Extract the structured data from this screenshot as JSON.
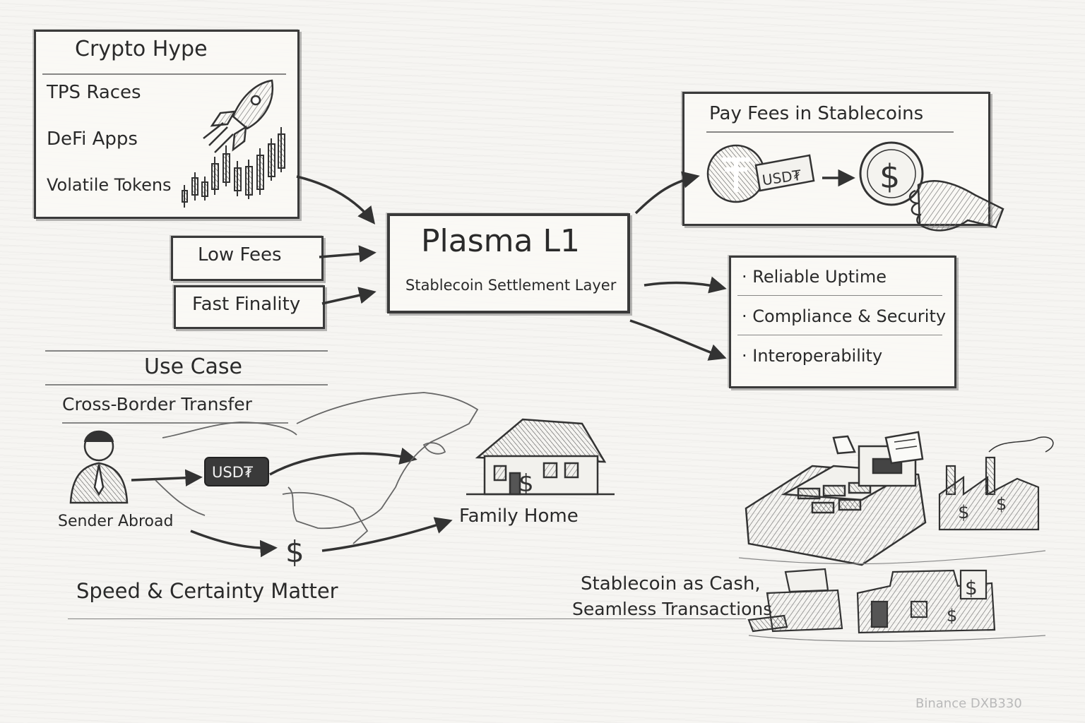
{
  "hype": {
    "title": "Crypto Hype",
    "items": [
      "TPS Races",
      "DeFi Apps",
      "Volatile Tokens"
    ]
  },
  "drivers": {
    "low_fees": "Low Fees",
    "fast_finality": "Fast Finality"
  },
  "core": {
    "title": "Plasma L1",
    "subtitle": "Stablecoin Settlement Layer"
  },
  "fees": {
    "title": "Pay Fees in Stablecoins",
    "token_label": "USD₮",
    "coin_symbol": "$"
  },
  "features": {
    "items": [
      "· Reliable Uptime",
      "· Compliance & Security",
      "· Interoperability"
    ]
  },
  "use_case": {
    "title": "Use Case",
    "subtitle": "Cross-Border Transfer",
    "token_label": "USD₮",
    "sender": "Sender Abroad",
    "home": "Family Home",
    "tagline": "Speed & Certainty Matter",
    "dollar": "$"
  },
  "merchant": {
    "line1": "Stablecoin as Cash,",
    "line2": "Seamless Transactions"
  },
  "watermark": "Binance DXB330"
}
